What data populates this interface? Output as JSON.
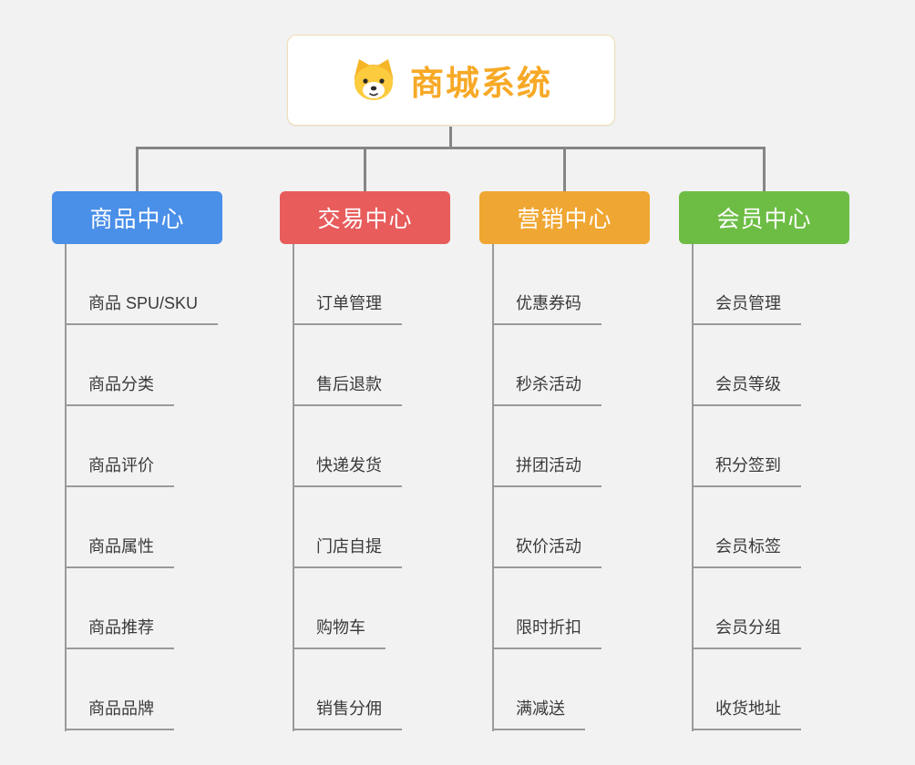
{
  "root": {
    "label": "商城系统",
    "text_color": "#f7a926",
    "icon": "dog-face-icon"
  },
  "connector_color": "#858585",
  "branches": [
    {
      "label": "商品中心",
      "color": "#4a8fe8",
      "children": [
        "商品 SPU/SKU",
        "商品分类",
        "商品评价",
        "商品属性",
        "商品推荐",
        "商品品牌"
      ]
    },
    {
      "label": "交易中心",
      "color": "#e85c5c",
      "children": [
        "订单管理",
        "售后退款",
        "快递发货",
        "门店自提",
        "购物车",
        "销售分佣"
      ]
    },
    {
      "label": "营销中心",
      "color": "#f0a632",
      "children": [
        "优惠券码",
        "秒杀活动",
        "拼团活动",
        "砍价活动",
        "限时折扣",
        "满减送"
      ]
    },
    {
      "label": "会员中心",
      "color": "#6dbd45",
      "children": [
        "会员管理",
        "会员等级",
        "积分签到",
        "会员标签",
        "会员分组",
        "收货地址"
      ]
    }
  ]
}
